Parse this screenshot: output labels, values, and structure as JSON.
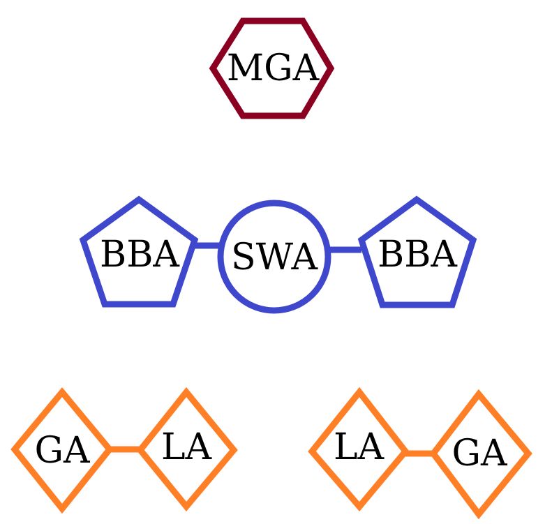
{
  "colors": {
    "maroon": "#8b0021",
    "blue": "#3f48cc",
    "orange": "#ff7f27"
  },
  "nodes": {
    "mga": {
      "label": "MGA",
      "shape": "hexagon-icon"
    },
    "bba_left": {
      "label": "BBA",
      "shape": "pentagon-icon"
    },
    "swa": {
      "label": "SWA",
      "shape": "circle-icon"
    },
    "bba_right": {
      "label": "BBA",
      "shape": "pentagon-icon"
    },
    "ga_left": {
      "label": "GA",
      "shape": "diamond-icon"
    },
    "la_left": {
      "label": "LA",
      "shape": "diamond-icon"
    },
    "la_right": {
      "label": "LA",
      "shape": "diamond-icon"
    },
    "ga_right": {
      "label": "GA",
      "shape": "diamond-icon"
    }
  }
}
